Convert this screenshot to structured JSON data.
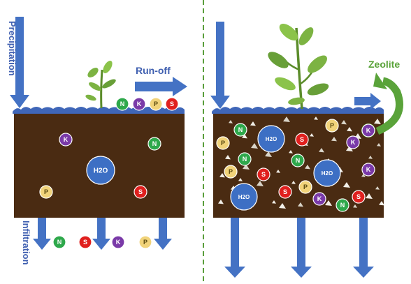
{
  "left_panel": {
    "precipitation_label": "Precipitation",
    "runoff_label": "Run-off",
    "infiltration_label": "Infiltration",
    "surface_nutrients": [
      "N",
      "K",
      "P",
      "S"
    ],
    "soil_nutrients": [
      "K",
      "N",
      "H2O",
      "P",
      "S"
    ],
    "leached_nutrients": [
      "N",
      "S",
      "K",
      "P"
    ]
  },
  "right_panel": {
    "zeolite_label": "Zeolite",
    "water_labels": [
      "H2O",
      "H2O",
      "H2O"
    ],
    "soil_nutrients": [
      "N",
      "S",
      "P",
      "K",
      "N",
      "S",
      "P",
      "K",
      "S",
      "P",
      "K",
      "N",
      "S",
      "P",
      "N",
      "K"
    ]
  },
  "colors": {
    "soil": "#4a2b12",
    "arrow_blue": "#4472c4",
    "water_surface": "#3f66b8",
    "text_blue": "#3f5fb0",
    "zeolite_green": "#5aa33a",
    "divider": "#5a9e3c",
    "nutrient_N": "#2ea84b",
    "nutrient_K": "#7a3aa8",
    "nutrient_P": "#f1d37a",
    "nutrient_S": "#e0201e",
    "water_circle": "#3d6fc4"
  }
}
